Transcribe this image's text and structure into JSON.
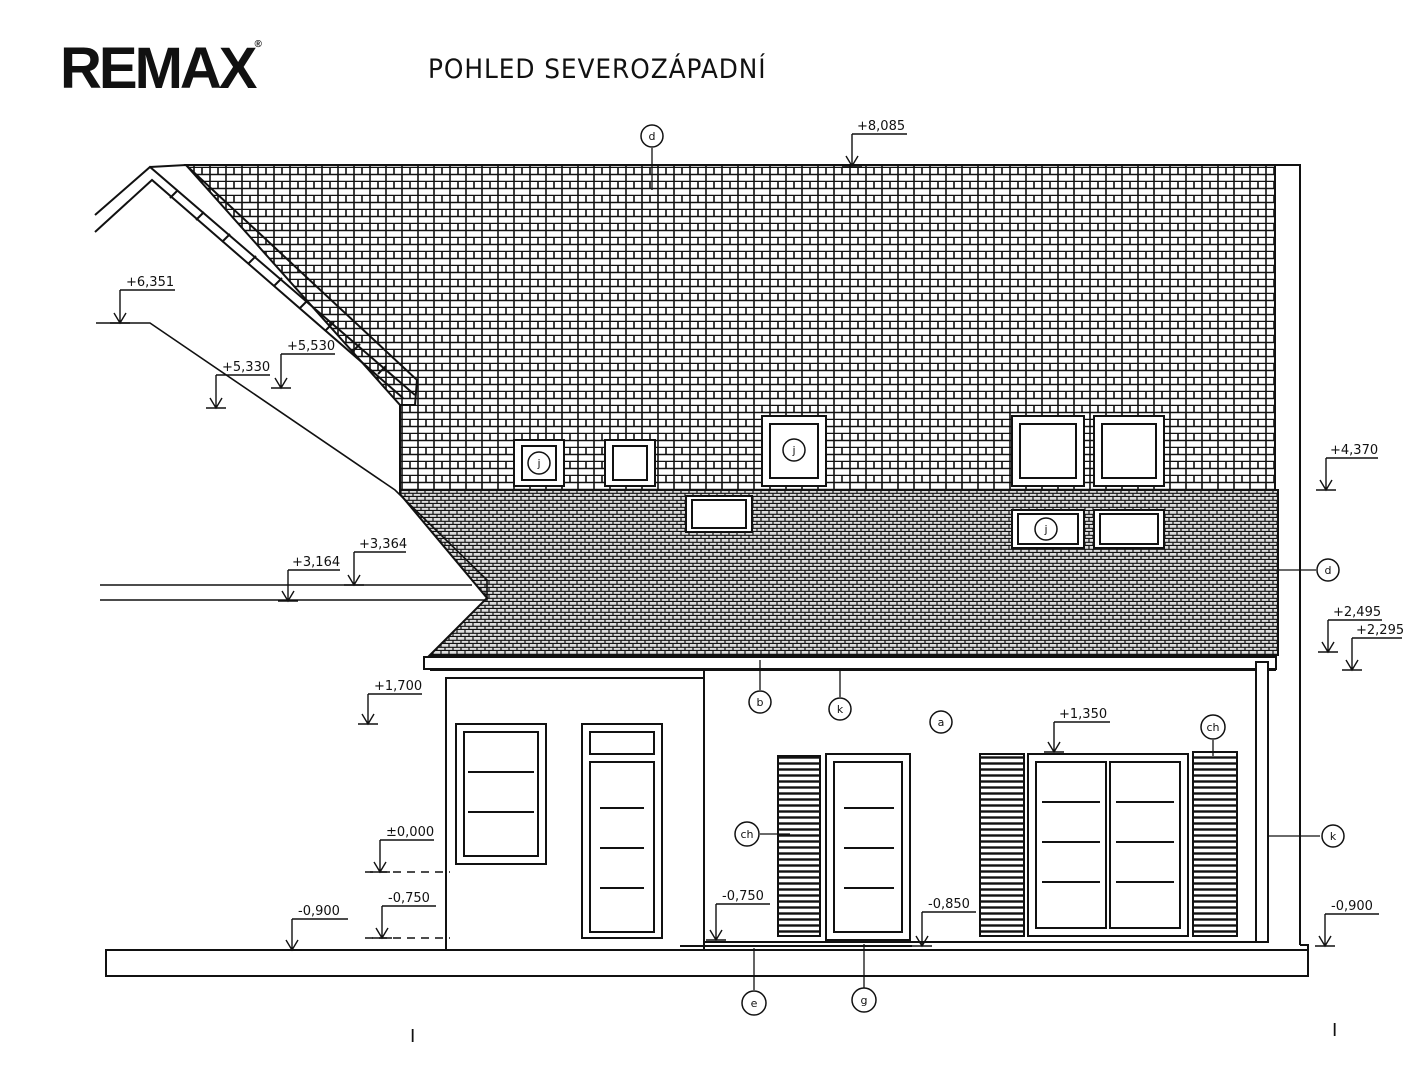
{
  "brand": {
    "logo_text": "REMAX",
    "logo_mark": "®"
  },
  "title": "POHLED SEVEROZÁPADNÍ",
  "levels": {
    "ridge": "+8,085",
    "gable_top": "+6,351",
    "gable_eave_a": "+5,530",
    "gable_eave_b": "+5,330",
    "roof_break": "+4,370",
    "eave_right_a": "+2,495",
    "eave_right_b": "+2,295",
    "neighbor_a": "+3,364",
    "neighbor_b": "+3,164",
    "wall_left": "+1,700",
    "window_head": "+1,350",
    "floor": "±0,000",
    "step_left": "-0,750",
    "step_mid": "-0,750",
    "ground_left": "-0,900",
    "ground_mid": "-0,850",
    "ground_right": "-0,900"
  },
  "tags": {
    "roof_top": "d",
    "roof_right": "d",
    "gutter": "b",
    "downpipe_top": "k",
    "downpipe_side": "k",
    "facade": "a",
    "shutter_left": "ch",
    "shutter_right": "ch",
    "plinth": "e",
    "sill": "g",
    "skylight_1": "j",
    "skylight_2": "j",
    "skylight_3": "j"
  },
  "marks": {
    "left_mark": "I",
    "right_mark": "I"
  }
}
